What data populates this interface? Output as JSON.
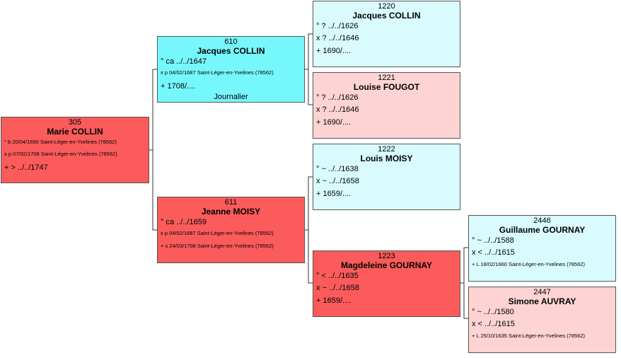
{
  "persons": {
    "p305": {
      "num": "305",
      "name": "Marie COLLIN",
      "l1": "° b 20/04/1690 Saint-Léger-en-Yvelines (78562)",
      "l2": "x p 07/02/1708 Saint-Léger-en-Yvelines (78562)",
      "l3": "+ > ../../1747"
    },
    "p610": {
      "num": "610",
      "name": "Jacques COLLIN",
      "l1": "° ca ../../1647",
      "l2": "x p 04/02/1687 Saint-Léger-en-Yvelines (78562)",
      "l3": "+ 1708/....",
      "occupation": "Journalier"
    },
    "p611": {
      "num": "611",
      "name": "Jeanne MOISY",
      "l1": "° ca ../../1659",
      "l2": "x p 04/02/1687 Saint-Léger-en-Yvelines (78562)",
      "l3": "+ s 24/03/1708 Saint-Léger-en-Yvelines (78562)"
    },
    "p1220": {
      "num": "1220",
      "name": "Jacques COLLIN",
      "l1": "° ? ../../1626",
      "l2": "x ? ../../1646",
      "l3": "+ 1690/...."
    },
    "p1221": {
      "num": "1221",
      "name": "Louise FOUGOT",
      "l1": "° ? ../../1626",
      "l2": "x ? ../../1646",
      "l3": "+ 1690/...."
    },
    "p1222": {
      "num": "1222",
      "name": "Louis MOISY",
      "l1": "° ~ ../../1638",
      "l2": "x ~ ../../1658",
      "l3": "+ 1659/...."
    },
    "p1223": {
      "num": "1223",
      "name": "Magdeleine GOURNAY",
      "l1": "° < ../../1635",
      "l2": "x ~ ../../1658",
      "l3": "+ 1659/...."
    },
    "p2446": {
      "num": "2446",
      "name": "Guillaume GOURNAY",
      "l1": "° ~ ../../1588",
      "l2": "x < ../../1615",
      "l3": "+ L 18/02/1660 Saint-Léger-en-Yvelines (78562)"
    },
    "p2447": {
      "num": "2447",
      "name": "Simone AUVRAY",
      "l1": "° ~ ../../1580",
      "l2": "x < ../../1615",
      "l3": "+ L 25/10/1635 Saint-Léger-en-Yvelines (78562)"
    }
  },
  "colors": {
    "male_light": "#d9fbfd",
    "female_light": "#fdd3d3",
    "male_strong": "#76f7fb",
    "female_strong": "#fb5b5b",
    "line": "#333333"
  }
}
